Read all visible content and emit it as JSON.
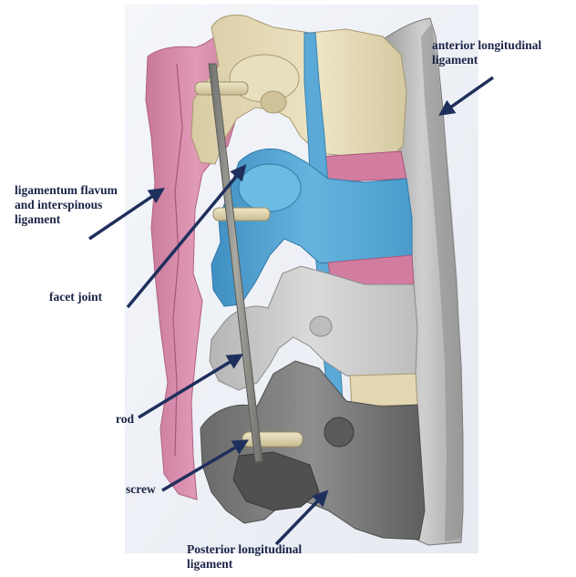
{
  "labels": {
    "anterior": [
      "anterior longitudinal",
      "ligament"
    ],
    "flavum": [
      "ligamentum flavum",
      "and interspinous",
      "ligament"
    ],
    "facet": [
      "facet joint"
    ],
    "rod": [
      "rod"
    ],
    "screw": [
      "screw"
    ],
    "posterior": [
      "Posterior longitudinal",
      "ligament"
    ]
  },
  "colors": {
    "background_panel": "#eef1f6",
    "pink_ligament": "#d98aa8",
    "beige_bone": "#e6dcb8",
    "blue_bone": "#5aa9d6",
    "light_gray_bone": "#c9c9c9",
    "dark_gray_bone": "#7d7d7d",
    "anterior_ligament": "#b8b8b8",
    "rod": "#8a8a86",
    "arrow": "#1f2f5c"
  }
}
